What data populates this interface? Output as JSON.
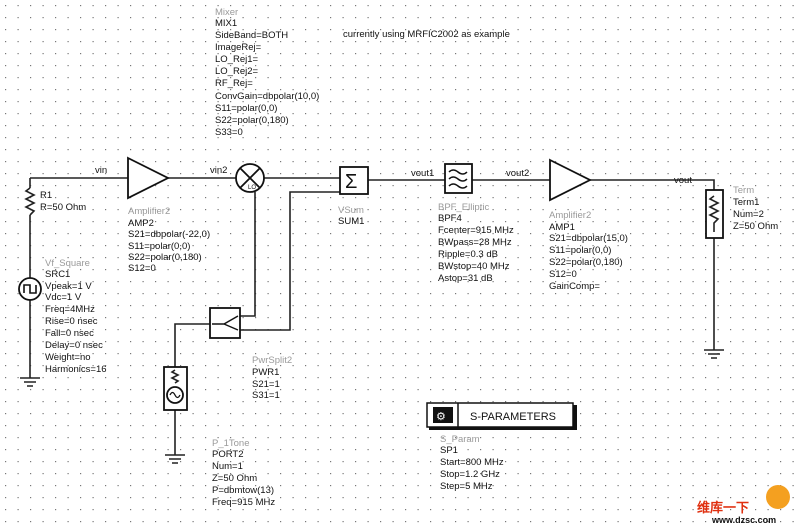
{
  "note": "currently using  MRFIC2002 as example",
  "nets": {
    "vin": "vin",
    "vin2": "vin2",
    "vout1": "vout1",
    "vout2": "vout2",
    "vout": "vout"
  },
  "mixer": [
    "Mixer",
    "MIX1",
    "SideBand=BOTH",
    "ImageRej=",
    "LO_Rej1=",
    "LO_Rej2=",
    "RF_Rej=",
    "ConvGain=dbpolar(10,0)",
    "S11=polar(0,0)",
    "S22=polar(0,180)",
    "S33=0"
  ],
  "mixer_lo_label": "LO",
  "r1": [
    "R1",
    "R=50 Ohm"
  ],
  "amp2": [
    "Amplifier2",
    "AMP2",
    "S21=dbpolar(-22,0)",
    "S11=polar(0,0)",
    "S22=polar(0,180)",
    "S12=0"
  ],
  "src": [
    "Vf_Square",
    "SRC1",
    "Vpeak=1 V",
    "Vdc=1 V",
    "Freq=4MHz",
    "Rise=0 nsec",
    "Fall=0 nsec",
    "Delay=0 nsec",
    "Weight=no",
    "Harmonics=16"
  ],
  "sum": [
    "VSum",
    "SUM1"
  ],
  "bpf": [
    "BPF_Elliptic",
    "BPF4",
    "Fcenter=915 MHz",
    "BWpass=28 MHz",
    "Ripple=0.3 dB",
    "BWstop=40 MHz",
    "Astop=31 dB"
  ],
  "amp1": [
    "Amplifier2",
    "AMP1",
    "S21=dbpolar(15,0)",
    "S11=polar(0,0)",
    "S22=polar(0,180)",
    "S12=0",
    "GainComp="
  ],
  "term": [
    "Term",
    "Term1",
    "Num=2",
    "Z=50 Ohm"
  ],
  "splitter": [
    "PwrSplit2",
    "PWR1",
    "S21=1",
    "S31=1"
  ],
  "port": [
    "P_1Tone",
    "PORT2",
    "Num=1",
    "Z=50 Ohm",
    "P=dbmtow(13)",
    "Freq=915 MHz"
  ],
  "sparam": {
    "title": "S-PARAMETERS",
    "lines": [
      "S_Param",
      "SP1",
      "Start=800 MHz",
      "Stop=1.2 GHz",
      "Step=5 MHz"
    ]
  },
  "watermark": {
    "line1": "维库一下",
    "line2": "www.dzsc.com",
    "brand_color": "#e03010"
  }
}
